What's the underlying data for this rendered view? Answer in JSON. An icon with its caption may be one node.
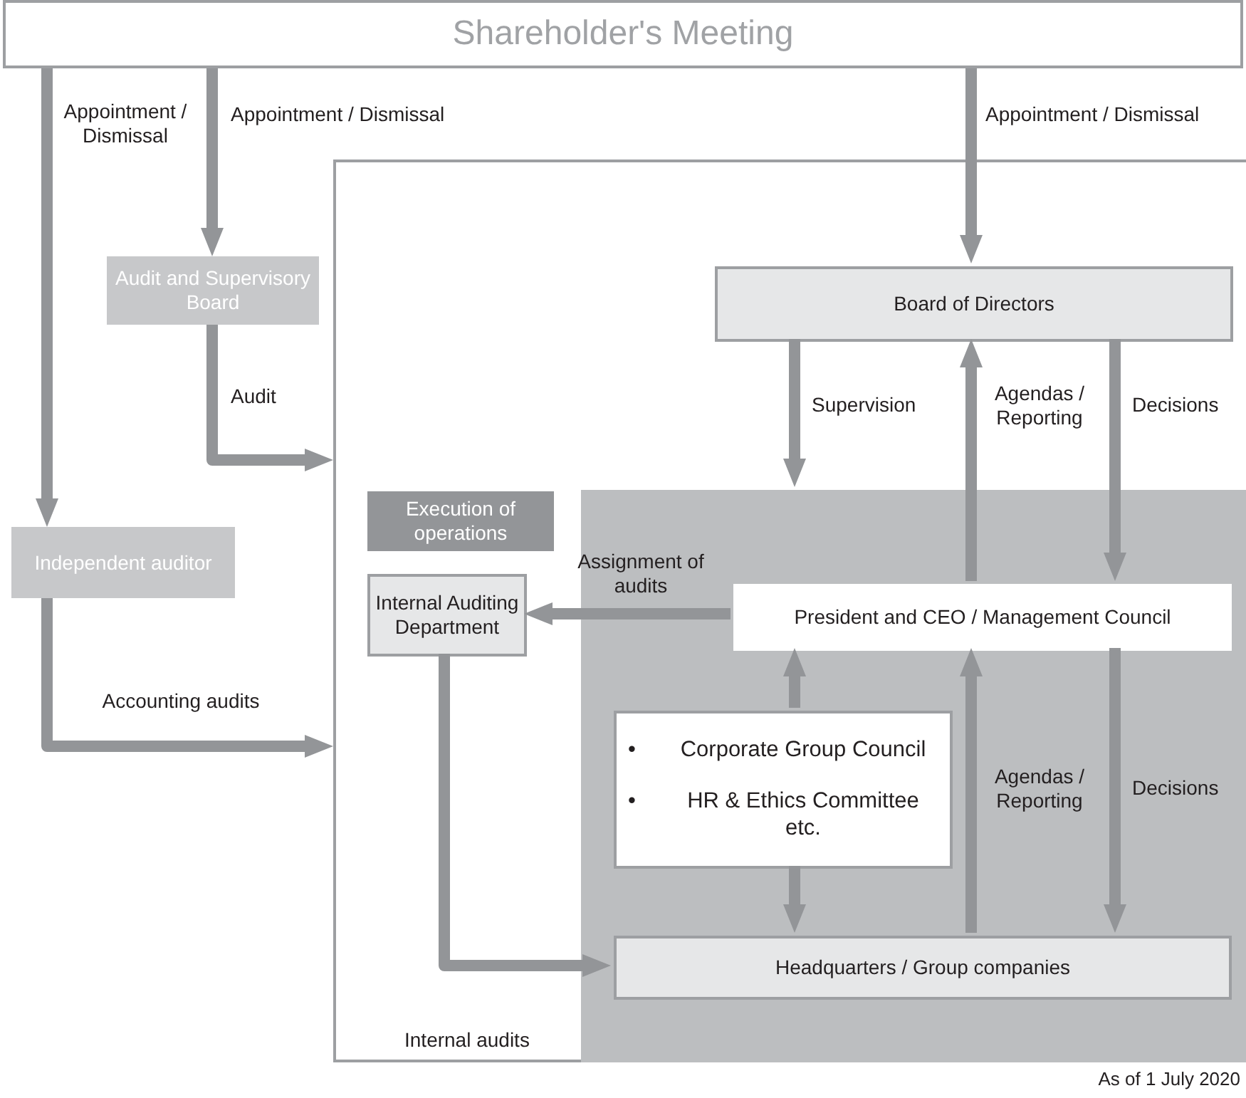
{
  "diagram": {
    "nodes": [
      {
        "text": [
          "Shareholder's Meeting"
        ]
      },
      {
        "text": [],
        "shape": "box"
      },
      {
        "text": [
          "Audit and Supervisory Board"
        ]
      },
      {
        "text": [
          "Independent auditor"
        ]
      },
      {
        "text": [
          "Board of Directors"
        ],
        "in": 1
      },
      {
        "text": [
          "Execution of operations"
        ],
        "in": 1
      },
      {
        "text": [],
        "shape": "box",
        "in": 1
      },
      {
        "text": [
          "Internal Auditing Department"
        ],
        "in": 1
      },
      {
        "text": [
          "President and CEO / Management Council"
        ],
        "in": 6
      },
      {
        "text": [
          "•",
          "Corporate Group Council",
          "•",
          "HR & Ethics Committee etc."
        ],
        "in": 6
      },
      {
        "text": [
          "Headquarters / Group companies"
        ],
        "in": 6
      }
    ],
    "edges": [
      {
        "from": 0,
        "to": 3,
        "arrow": "to",
        "label": "Appointment / Dismissal"
      },
      {
        "from": 0,
        "to": 2,
        "arrow": "to",
        "label": "Appointment / Dismissal"
      },
      {
        "from": 0,
        "to": 4,
        "arrow": "to",
        "label": "Appointment / Dismissal"
      },
      {
        "from": 2,
        "to": 1,
        "arrow": "to",
        "label": "Audit"
      },
      {
        "from": 3,
        "to": 1,
        "arrow": "to",
        "label": "Accounting audits"
      },
      {
        "from": 4,
        "to": 6,
        "arrow": "to",
        "label": "Supervision"
      },
      {
        "from": 8,
        "to": 4,
        "arrow": "to",
        "label": "Agendas / Reporting"
      },
      {
        "from": 4,
        "to": 8,
        "arrow": "to",
        "label": "Decisions"
      },
      {
        "from": 8,
        "to": 7,
        "arrow": "to",
        "label": "Assignment of audits"
      },
      {
        "from": 9,
        "to": 8,
        "arrow": "to"
      },
      {
        "from": 9,
        "to": 10,
        "arrow": "to"
      },
      {
        "from": 10,
        "to": 8,
        "arrow": "to",
        "label": "Agendas / Reporting"
      },
      {
        "from": 8,
        "to": 10,
        "arrow": "to",
        "label": "Decisions"
      },
      {
        "from": 7,
        "to": 10,
        "arrow": "to",
        "label": "Internal audits"
      }
    ],
    "labels": [
      "As of 1 July 2020"
    ]
  }
}
